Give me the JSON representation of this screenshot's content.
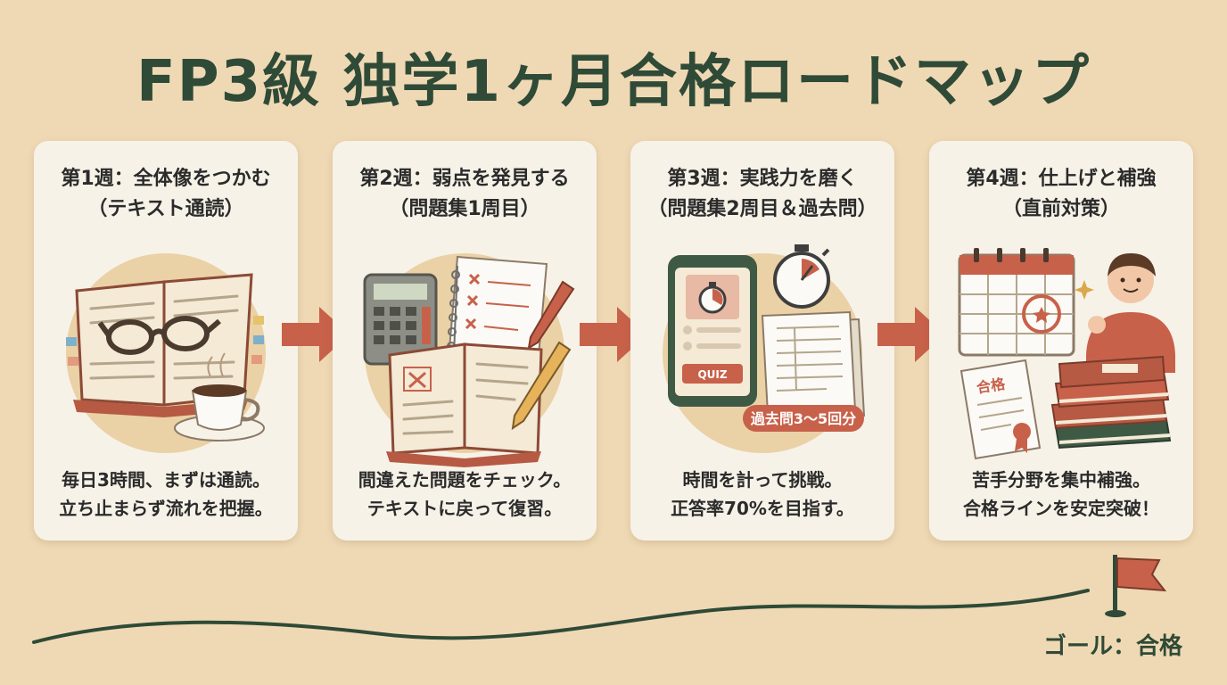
{
  "title": "FP3級 独学1ヶ月合格ロードマップ",
  "colors": {
    "background": "#efd9b4",
    "title": "#2f4a37",
    "card": "#f7f2e8",
    "accent": "#c8614a",
    "road": "#2f4a37"
  },
  "weeks": [
    {
      "title_line1": "第1週：全体像をつかむ",
      "title_line2": "（テキスト通読）",
      "text_line1": "毎日3時間、まずは通読。",
      "text_line2": "立ち止まらず流れを把握。",
      "icons": [
        "open-book-icon",
        "glasses-icon",
        "coffee-cup-icon"
      ]
    },
    {
      "title_line1": "第2週：弱点を発見する",
      "title_line2": "（問題集1周目）",
      "text_line1": "間違えた問題をチェック。",
      "text_line2": "テキストに戻って復習。",
      "icons": [
        "calculator-icon",
        "notepad-icon",
        "workbook-icon",
        "pencil-icon"
      ]
    },
    {
      "title_line1": "第3週：実践力を磨く",
      "title_line2": "（問題集2周目＆過去問）",
      "text_line1": "時間を計って挑戦。",
      "text_line2": "正答率70%を目指す。",
      "badge": "過去問3〜5回分",
      "phone_label": "QUIZ",
      "icons": [
        "smartphone-icon",
        "stopwatch-icon",
        "exam-papers-icon"
      ]
    },
    {
      "title_line1": "第4週：仕上げと補強",
      "title_line2": "（直前対策）",
      "text_line1": "苦手分野を集中補強。",
      "text_line2": "合格ラインを安定突破！",
      "certificate_label": "合格",
      "icons": [
        "calendar-icon",
        "person-icon",
        "certificate-icon",
        "book-stack-icon"
      ]
    }
  ],
  "goal": "ゴール：合格"
}
